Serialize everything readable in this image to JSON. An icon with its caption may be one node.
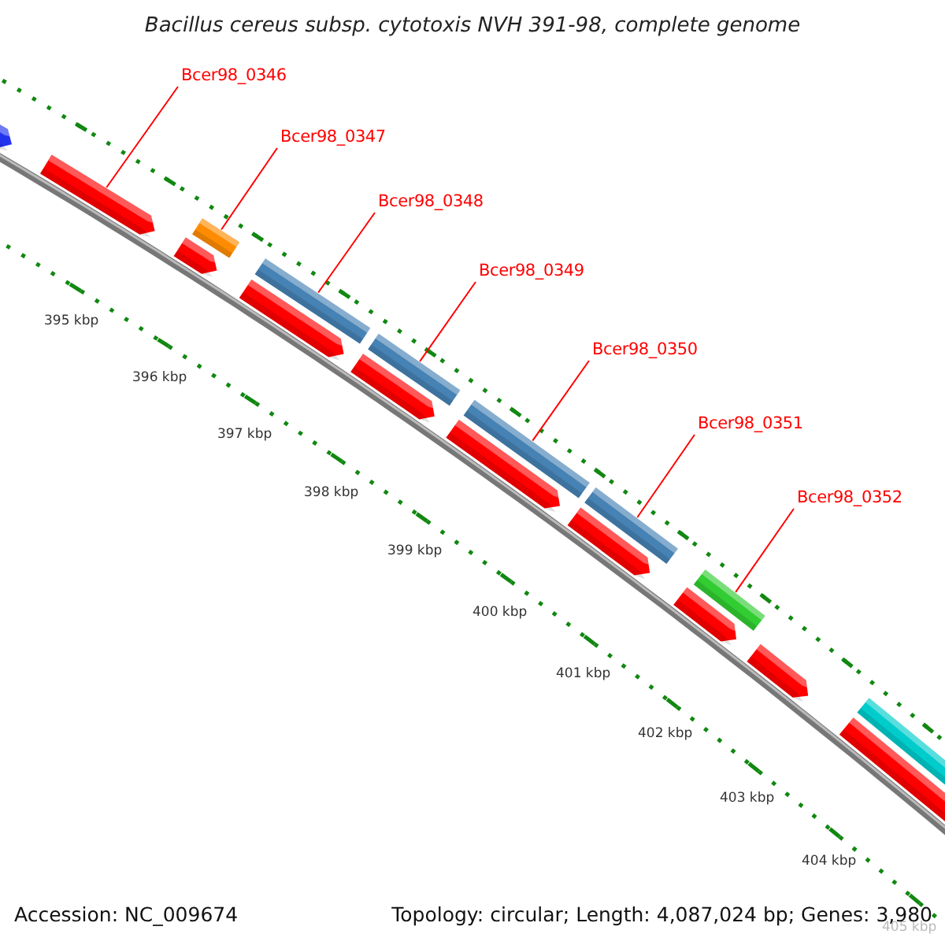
{
  "diagram": {
    "title": "Bacillus cereus subsp. cytotoxis NVH 391-98, complete genome",
    "nodes": [
      {
        "text": [
          "Bcer98_0346"
        ]
      },
      {
        "text": [
          "Bcer98_0347"
        ]
      },
      {
        "text": [
          "Bcer98_0348"
        ]
      },
      {
        "text": [
          "Bcer98_0349"
        ]
      },
      {
        "text": [
          "Bcer98_0350"
        ]
      },
      {
        "text": [
          "Bcer98_0351"
        ]
      },
      {
        "text": [
          "Bcer98_0352"
        ]
      },
      {
        "text": [],
        "shape": "arrow"
      },
      {
        "text": [],
        "shape": "arrow"
      },
      {
        "text": [],
        "shape": "arrow"
      },
      {
        "text": [],
        "shape": "bar"
      },
      {
        "text": [],
        "shape": "arrow"
      },
      {
        "text": [],
        "shape": "bar"
      },
      {
        "text": [],
        "shape": "arrow"
      },
      {
        "text": [],
        "shape": "bar"
      },
      {
        "text": [],
        "shape": "arrow"
      },
      {
        "text": [],
        "shape": "bar"
      },
      {
        "text": [],
        "shape": "arrow"
      },
      {
        "text": [],
        "shape": "bar"
      },
      {
        "text": [],
        "shape": "arrow"
      },
      {
        "text": [],
        "shape": "bar"
      },
      {
        "text": [],
        "shape": "arrow"
      },
      {
        "text": [],
        "shape": "arrow"
      },
      {
        "text": [],
        "shape": "bar"
      }
    ],
    "edges": [
      {
        "from": 0,
        "to": 8,
        "arrow": "none"
      },
      {
        "from": 1,
        "to": 10,
        "arrow": "none"
      },
      {
        "from": 2,
        "to": 12,
        "arrow": "none"
      },
      {
        "from": 3,
        "to": 14,
        "arrow": "none"
      },
      {
        "from": 4,
        "to": 16,
        "arrow": "none"
      },
      {
        "from": 5,
        "to": 18,
        "arrow": "none"
      },
      {
        "from": 6,
        "to": 20,
        "arrow": "none"
      }
    ],
    "labels": [
      "395 kbp",
      "396 kbp",
      "397 kbp",
      "398 kbp",
      "399 kbp",
      "400 kbp",
      "401 kbp",
      "402 kbp",
      "403 kbp",
      "404 kbp",
      "405 kbp",
      "Accession: NC_009674",
      "Topology: circular; Length: 4,087,024 bp; Genes: 3,980"
    ]
  }
}
